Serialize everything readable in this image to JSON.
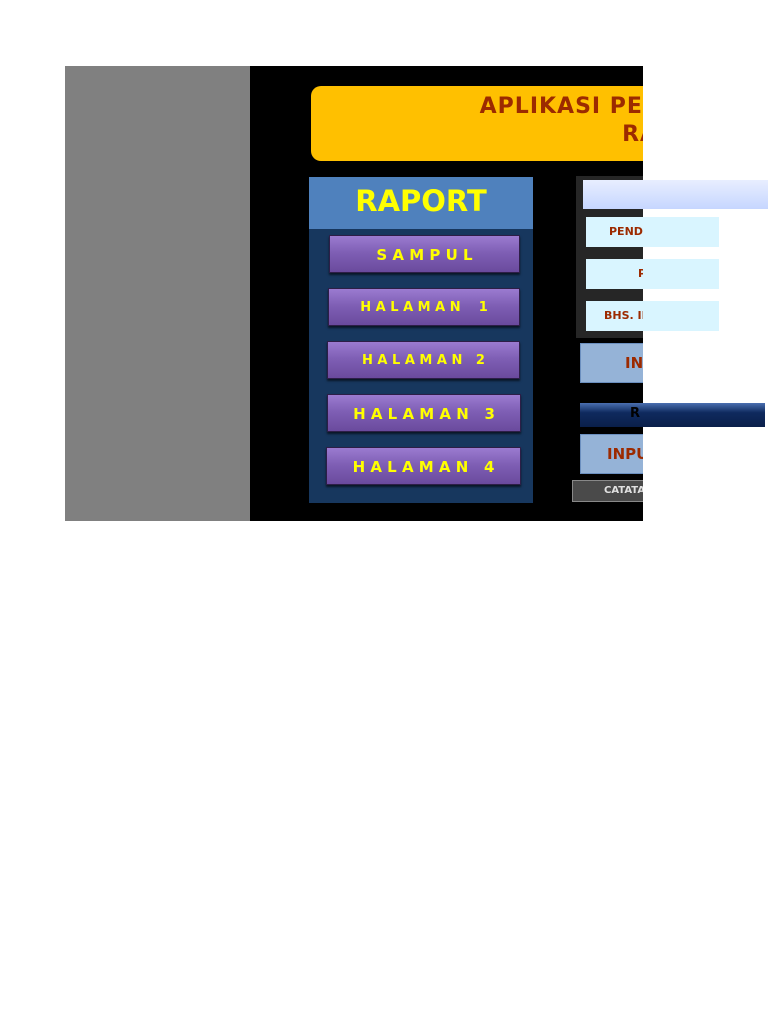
{
  "title": {
    "line1": "APLIKASI PEN",
    "line2": "RAPO"
  },
  "raport": {
    "header": "RAPORT",
    "buttons": [
      {
        "label": "S A M P U L"
      },
      {
        "label": "H A L A M A N    1"
      },
      {
        "label": "H A L A M A N   2"
      },
      {
        "label": "H A L A M A N   3"
      },
      {
        "label": "H A L A M A N   4"
      }
    ]
  },
  "subjects": [
    {
      "label": "PEND"
    },
    {
      "label": "P"
    },
    {
      "label": "BHS. IN"
    }
  ],
  "inputs": [
    {
      "label": "IN"
    },
    {
      "label": "INPU"
    }
  ],
  "dark_button": {
    "label": "R"
  },
  "catatan": {
    "label": "CATATA"
  },
  "colors": {
    "banner": "#ffc000",
    "title_text": "#9c2a00",
    "raport_header": "#4f81bd",
    "raport_text": "#ffff00",
    "nav_button": "#7f5fb5"
  }
}
